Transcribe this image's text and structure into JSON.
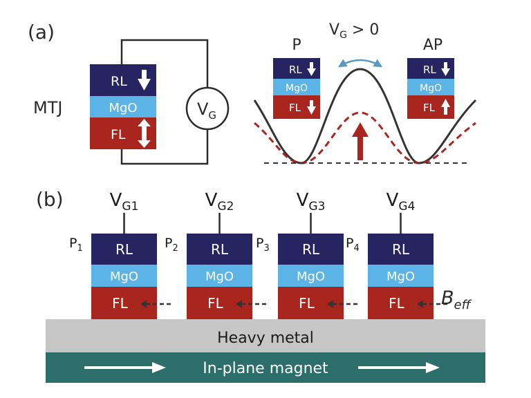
{
  "panel_a": {
    "label": "(a)",
    "mtj_label": "MTJ",
    "stack": {
      "rl": "RL",
      "mgo": "MgO",
      "fl": "FL"
    },
    "source": {
      "v": "V",
      "sub": "G"
    },
    "condition": {
      "v": "V",
      "sub": "G",
      "suffix": " > 0"
    },
    "state_p": {
      "title": "P",
      "rl": "RL",
      "mgo": "MgO",
      "fl": "FL"
    },
    "state_ap": {
      "title": "AP",
      "rl": "RL",
      "mgo": "MgO",
      "fl": "FL"
    }
  },
  "panel_b": {
    "label": "(b)",
    "devices": [
      {
        "gate_v": "V",
        "gate_sub": "G1",
        "p": "P",
        "p_sub": "1",
        "rl": "RL",
        "mgo": "MgO",
        "fl": "FL"
      },
      {
        "gate_v": "V",
        "gate_sub": "G2",
        "p": "P",
        "p_sub": "2",
        "rl": "RL",
        "mgo": "MgO",
        "fl": "FL"
      },
      {
        "gate_v": "V",
        "gate_sub": "G3",
        "p": "P",
        "p_sub": "3",
        "rl": "RL",
        "mgo": "MgO",
        "fl": "FL"
      },
      {
        "gate_v": "V",
        "gate_sub": "G4",
        "p": "P",
        "p_sub": "4",
        "rl": "RL",
        "mgo": "MgO",
        "fl": "FL"
      }
    ],
    "beff": {
      "b": "B",
      "sub": "eff"
    },
    "heavy_metal": "Heavy metal",
    "magnet": "In-plane magnet"
  },
  "colors": {
    "rl": "#272462",
    "mgo": "#5cb3e6",
    "fl": "#a8261d",
    "heavy_metal": "#c6c6c6",
    "magnet": "#2b6e6a",
    "energy_curve": "#333333",
    "energy_curve_lowered": "#a8261d",
    "switch_arrow": "#5a98c4"
  }
}
